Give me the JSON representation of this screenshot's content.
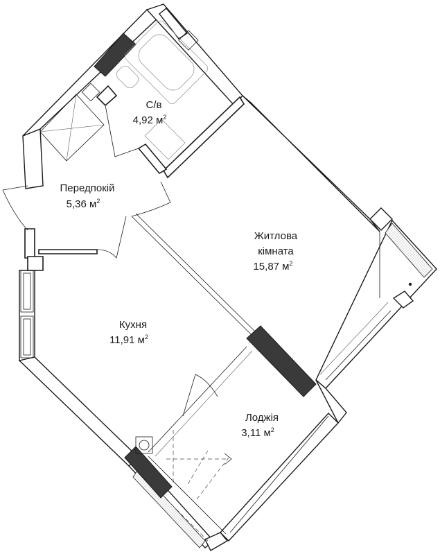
{
  "rooms": [
    {
      "id": "bathroom",
      "name": "С/в",
      "area": "4,92 м",
      "sup": "2"
    },
    {
      "id": "hallway",
      "name": "Передпокій",
      "area": "5,36 м",
      "sup": "2"
    },
    {
      "id": "living",
      "name_line1": "Житлова",
      "name_line2": "кімната",
      "area": "15,87 м",
      "sup": "2"
    },
    {
      "id": "kitchen",
      "name": "Кухня",
      "area": "11,91 м",
      "sup": "2"
    },
    {
      "id": "loggia",
      "name": "Лоджія",
      "area": "3,11 м",
      "sup": "2"
    }
  ],
  "colors": {
    "wall": "#1a1a1a",
    "column": "#3a3a3a",
    "fixture": "#9a9a9a"
  }
}
